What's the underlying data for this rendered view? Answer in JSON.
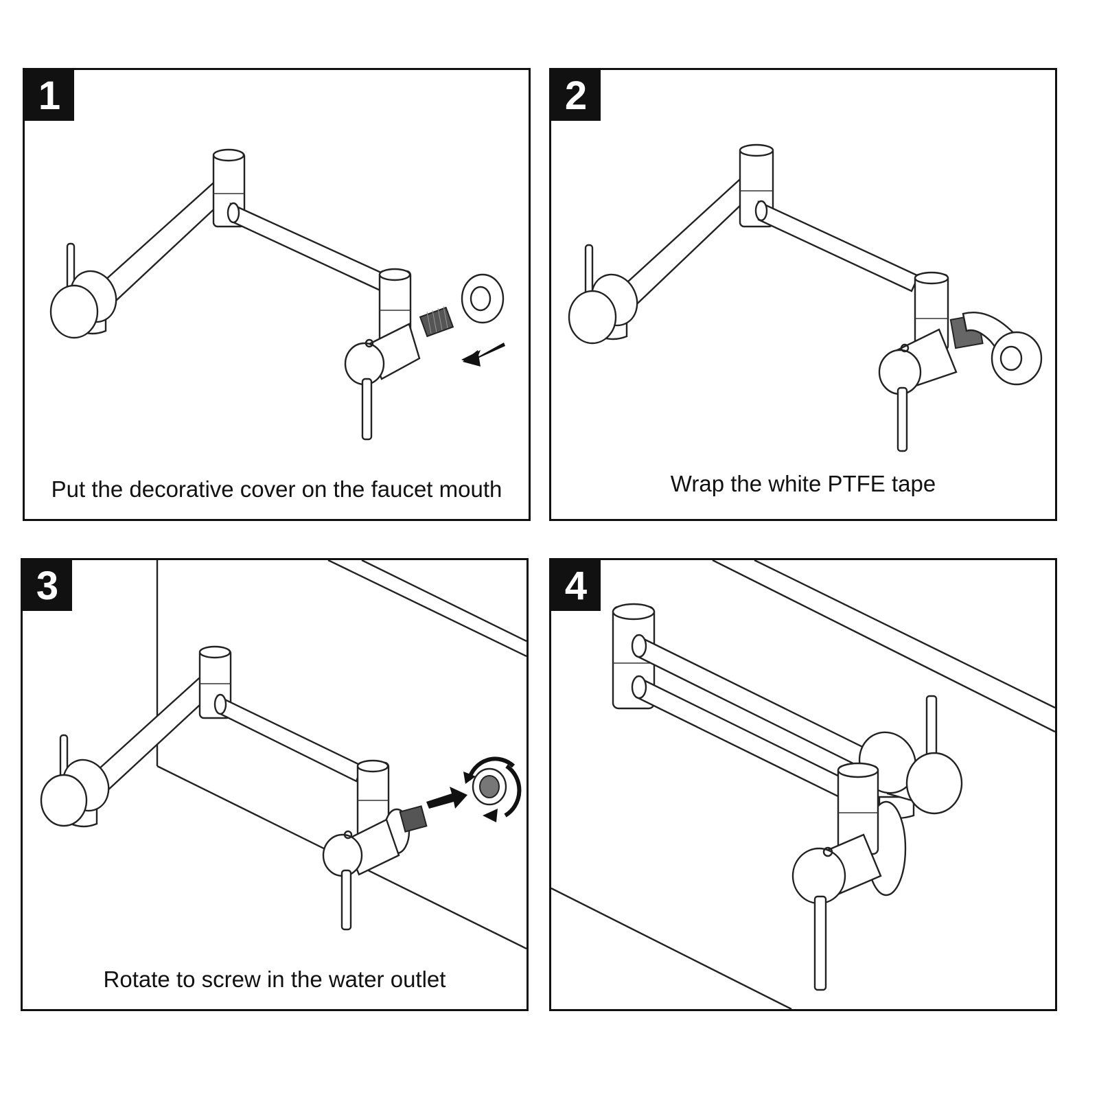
{
  "steps": [
    {
      "number": "1",
      "caption": "Put the decorative cover on the faucet mouth"
    },
    {
      "number": "2",
      "caption": "Wrap the white PTFE tape"
    },
    {
      "number": "3",
      "caption": "Rotate to screw in the water outlet"
    },
    {
      "number": "4",
      "caption": ""
    }
  ],
  "colors": {
    "line": "#222222",
    "badge": "#111111",
    "background": "#ffffff"
  },
  "icons": [
    "faucet-illustration",
    "decorative-cover-icon",
    "arrow-icon",
    "ptfe-tape-icon",
    "rotate-arrow-icon",
    "wall-outline"
  ]
}
